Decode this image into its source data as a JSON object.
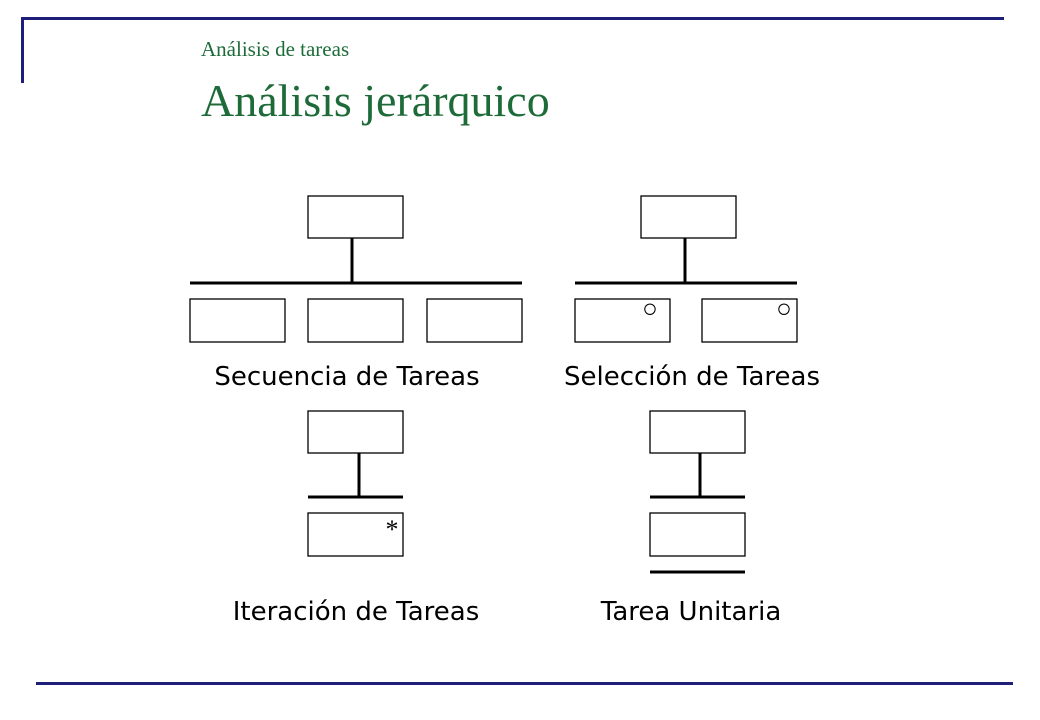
{
  "colors": {
    "title": "#1e6b3a",
    "frame": "#1f1f7a",
    "ink": "#000000"
  },
  "header": {
    "subtitle": "Análisis de tareas",
    "title": "Análisis jerárquico"
  },
  "diagrams": {
    "sequence": {
      "caption": "Secuencia de Tareas",
      "subtask_count": 3
    },
    "selection": {
      "caption": "Selección de Tareas",
      "subtask_count": 2,
      "subtask_marker": "○"
    },
    "iteration": {
      "caption": "Iteración de Tareas",
      "subtask_count": 1,
      "subtask_marker": "*"
    },
    "unit": {
      "caption": "Tarea Unitaria",
      "subtask_count": 1
    }
  }
}
